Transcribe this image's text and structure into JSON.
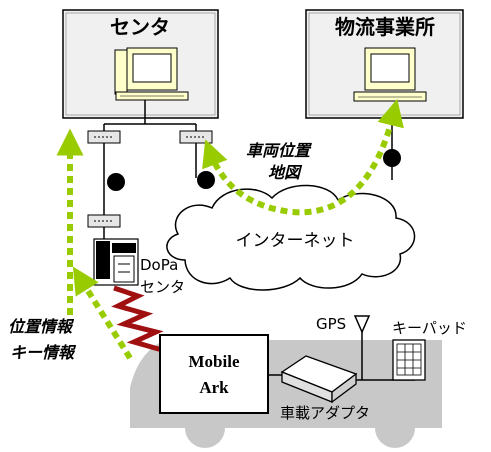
{
  "nodes": {
    "center": "センタ",
    "logistics": "物流事業所",
    "internet": "インターネット",
    "dopa_line1": "DoPa",
    "dopa_line2": "センタ",
    "mobile_ark_line1": "Mobile",
    "mobile_ark_line2": "Ark",
    "gps": "GPS",
    "keypad": "キーパッド",
    "adapter": "車載アダプタ"
  },
  "flows": {
    "vehicle_position_line1": "車両位置",
    "vehicle_position_line2": "地図",
    "position_info": "位置情報",
    "key_info": "キー情報"
  },
  "colors": {
    "flow_arrow": "#99cc00",
    "panel_fill": "#f0f0f0",
    "truck": "#c8c8c8",
    "cloud": "#ffffff",
    "wireless": "#a01010"
  },
  "icons": [
    "pc-icon",
    "hub-icon",
    "modem-icon",
    "dopa-terminal-icon",
    "gps-antenna-icon",
    "keypad-icon",
    "truck-icon",
    "cloud-icon"
  ]
}
